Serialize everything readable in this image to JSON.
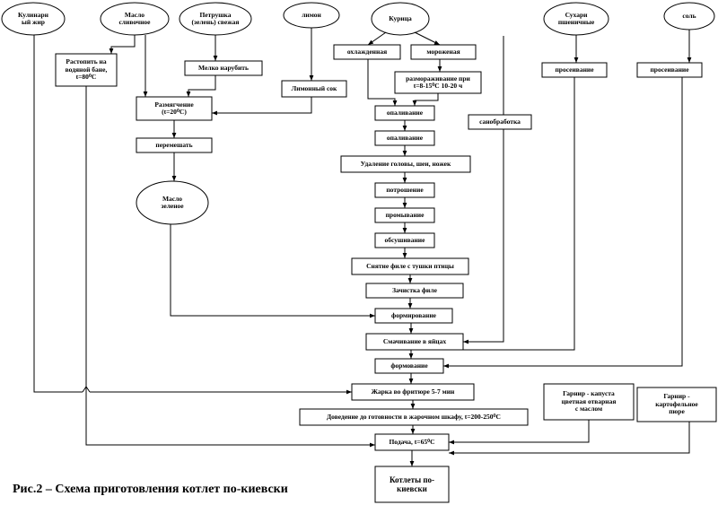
{
  "nodes": {
    "n_kul_zhir": "Кулинарн\nый жир",
    "n_maslo_sliv": "Масло\nсливочное",
    "n_petrushka": "Петрушка\n(зелень) свежая",
    "n_limon": "лимон",
    "n_kurica": "Курица",
    "n_suhari": "Сухари\nпшеничные",
    "n_sol": "соль",
    "n_rastopit": "Растопить на\nводяной бане,\nt=80⁰С",
    "n_melko": "Мелко нарубить",
    "n_limon_sok": "Лимонный сок",
    "n_ohlazhd": "охлажденная",
    "n_morozh": "мороженая",
    "n_razmoraz": "размораживание при\nt=8-15⁰С 10-20 ч",
    "n_prosei1": "просеивание",
    "n_prosei2": "просеивание",
    "n_razmyagch": "Размягчение\n(t=20⁰С)",
    "n_opalivanie": "опаливание",
    "n_sanobr": "санобработка",
    "n_peremeshat": "перемешать",
    "n_opaliv2": "опаливание",
    "n_udalenie": "Удаление головы, шеи, ножек",
    "n_maslo_zel": "Масло\nзеленое",
    "n_potroshenie": "потрошение",
    "n_promyvanie": "промывание",
    "n_obsush": "обсушивание",
    "n_snyatie": "Снятие филе с тушки птицы",
    "n_zachistka": "Зачистка филе",
    "n_formir": "формирование",
    "n_smach": "Смачивание в яйцах",
    "n_formovka": "формование",
    "n_zharka": "Жарка во фритюре 5-7 мин",
    "n_dovedenie": "Доведение до готовности в жарочном шкафу, t=200-250⁰С",
    "n_garnir1": "Гарнир - капуста\nцветная отварная\nс маслом",
    "n_garnir2": "Гарнир -\nкартофельное\nпюре",
    "n_podacha": "Подача, t=65⁰С",
    "n_kotlety": "Котлеты по-\nкиевски"
  },
  "caption": "Рис.2 – Схема приготовления котлет по-киевски"
}
